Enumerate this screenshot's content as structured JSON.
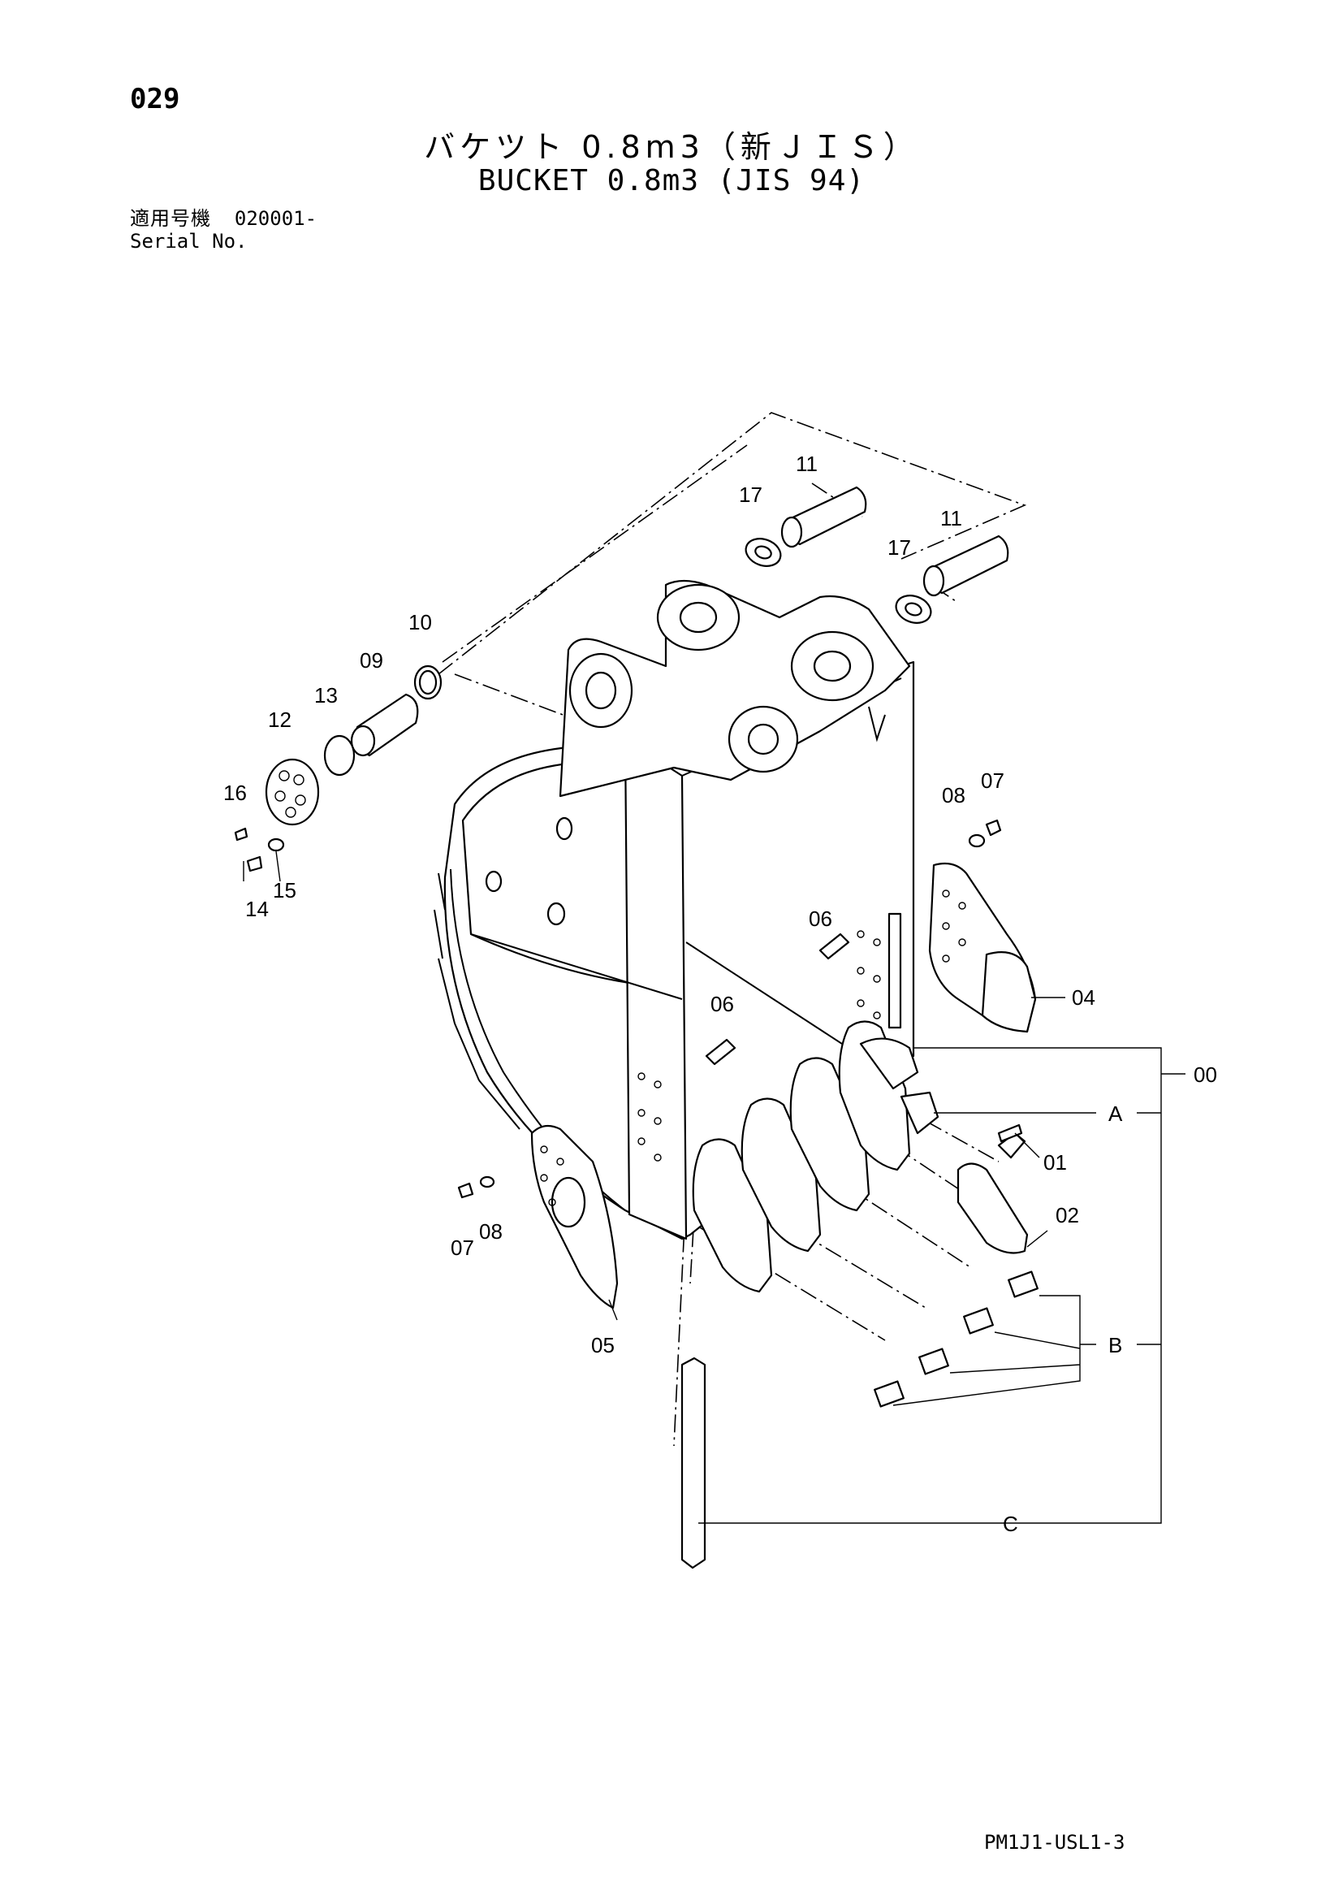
{
  "page": {
    "number": "029",
    "title_jp": "バケツト 0.8m3（新ＪＩＳ）",
    "title_en": "BUCKET 0.8m3 (JIS 94)",
    "serial_label_jp": "適用号機",
    "serial_range": "020001-",
    "serial_label_en": "Serial No.",
    "doc_code": "PM1J1-USL1-3"
  },
  "callouts": {
    "p11a": "11",
    "p11b": "11",
    "p17a": "17",
    "p17b": "17",
    "p10": "10",
    "p09": "09",
    "p13": "13",
    "p12": "12",
    "p16": "16",
    "p14": "14",
    "p15": "15",
    "p08a": "08",
    "p07a": "07",
    "p06a": "06",
    "p04": "04",
    "p06b": "06",
    "p00": "00",
    "pA": "A",
    "p01": "01",
    "p02": "02",
    "p07b": "07",
    "p08b": "08",
    "p05": "05",
    "pB": "B",
    "pC": "C"
  }
}
